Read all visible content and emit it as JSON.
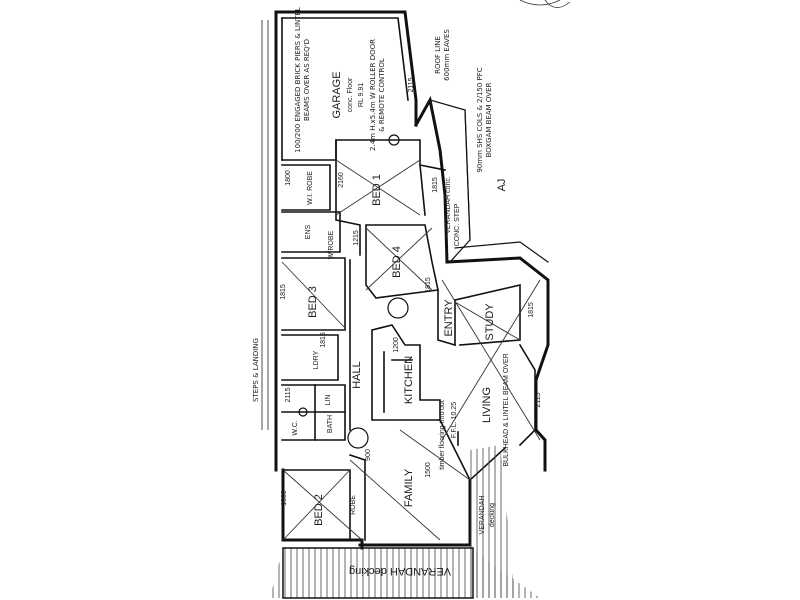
{
  "colors": {
    "ink": "#111111",
    "paper": "#ffffff",
    "hatch": "#555555"
  },
  "rooms": {
    "garage": "GARAGE",
    "garage_floor": "conc. Floor",
    "garage_rl": "RL 9.91",
    "bed1": "BED 1",
    "wir": "W.I. ROBE",
    "bed4": "BED 4",
    "verandah_conc": "VERANDAH conc.",
    "conc_step": "CONC. STEP",
    "bed3": "BED 3",
    "entry": "ENTRY",
    "study": "STUDY",
    "hall": "HALL",
    "kitchen": "KITCHEN",
    "ldry": "LDRY",
    "family": "FAMILY",
    "living": "LIVING",
    "bed2": "BED 2",
    "verandah_deck_side": "VERANDAH",
    "decking": "decking",
    "verandah_deck_bottom": "VERANDAH decking",
    "wc": "W.C.",
    "bath": "BATH",
    "ens": "ENS",
    "wir_small": "W/ROBE",
    "robe": "ROBE",
    "lin": "LIN"
  },
  "notes": {
    "flooring": "timber flooring thru'out",
    "ffl": "F.F.L. 10.25",
    "stairs": "STEPS & LANDING",
    "roof_line": "ROOF LINE",
    "roof_detail": "600mm EAVES",
    "shs": "90mm SHS COLS & 2/150 PFC",
    "shs2": "BOXGAM BEAM OVER",
    "bulkhead": "BULKHEAD & LINTEL BEAM OVER",
    "garage_door": "2.4m H.x5.4m W ROLLER DOOR",
    "garage_door2": "& REMOTE CONTROL",
    "brick_piers": "100/200 ENGAGED BRICK PIERS & LINTEL",
    "brick_piers2": "BEAMS OVER AS REQ'D",
    "aj": "AJ"
  },
  "dims": {
    "d1": "2115",
    "d2": "1815",
    "d3": "2160",
    "d4": "1800",
    "d5": "1815",
    "d6": "1815",
    "d7": "2115",
    "d8": "1215",
    "d9": "1815",
    "d10": "1800",
    "d11": "1200",
    "d12": "1500",
    "d13": "900",
    "d14": "1815",
    "d15": "2115"
  }
}
